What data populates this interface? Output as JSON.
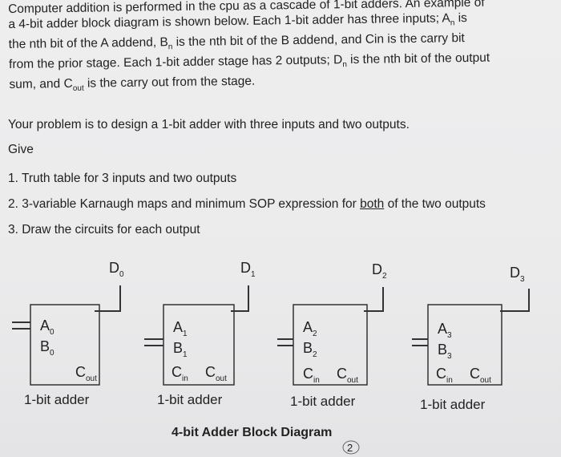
{
  "intro": {
    "l1": "Computer addition is performed in the cpu as a cascade of 1-bit adders.  An example of",
    "l2": "a 4-bit adder block diagram is shown below.  Each 1-bit adder has three inputs; A",
    "l2_sub": "n",
    "l2_tail": " is",
    "l3a": "the nth bit of the A addend, B",
    "l3_sub": "n",
    "l3b": " is the nth bit of the B addend, and Cin is the carry bit",
    "l4a": "from the prior stage. Each 1-bit adder stage has 2 outputs; D",
    "l4_sub": "n",
    "l4b": " is the nth bit of the output",
    "l5a": "sum, and C",
    "l5_sub": "out",
    "l5b": " is the carry out from the stage."
  },
  "problem": "Your problem is to design a 1-bit adder with three inputs and two outputs.",
  "give": "Give",
  "tasks": {
    "t1": "1. Truth table for 3 inputs and two outputs",
    "t2a": "2. 3-variable Karnaugh maps and minimum SOP expression for ",
    "t2u": "both",
    "t2b": " of the two outputs",
    "t3": "3. Draw the circuits for each output"
  },
  "diagram": {
    "title": "4-bit Adder Block Diagram",
    "page_mark": "2",
    "block_caption": "1-bit adder",
    "letter_d": "D",
    "letter_a": "A",
    "letter_b": "B",
    "letter_c": "C",
    "sub_in": "in",
    "sub_out": "out",
    "indices": [
      "0",
      "1",
      "2",
      "3"
    ]
  }
}
